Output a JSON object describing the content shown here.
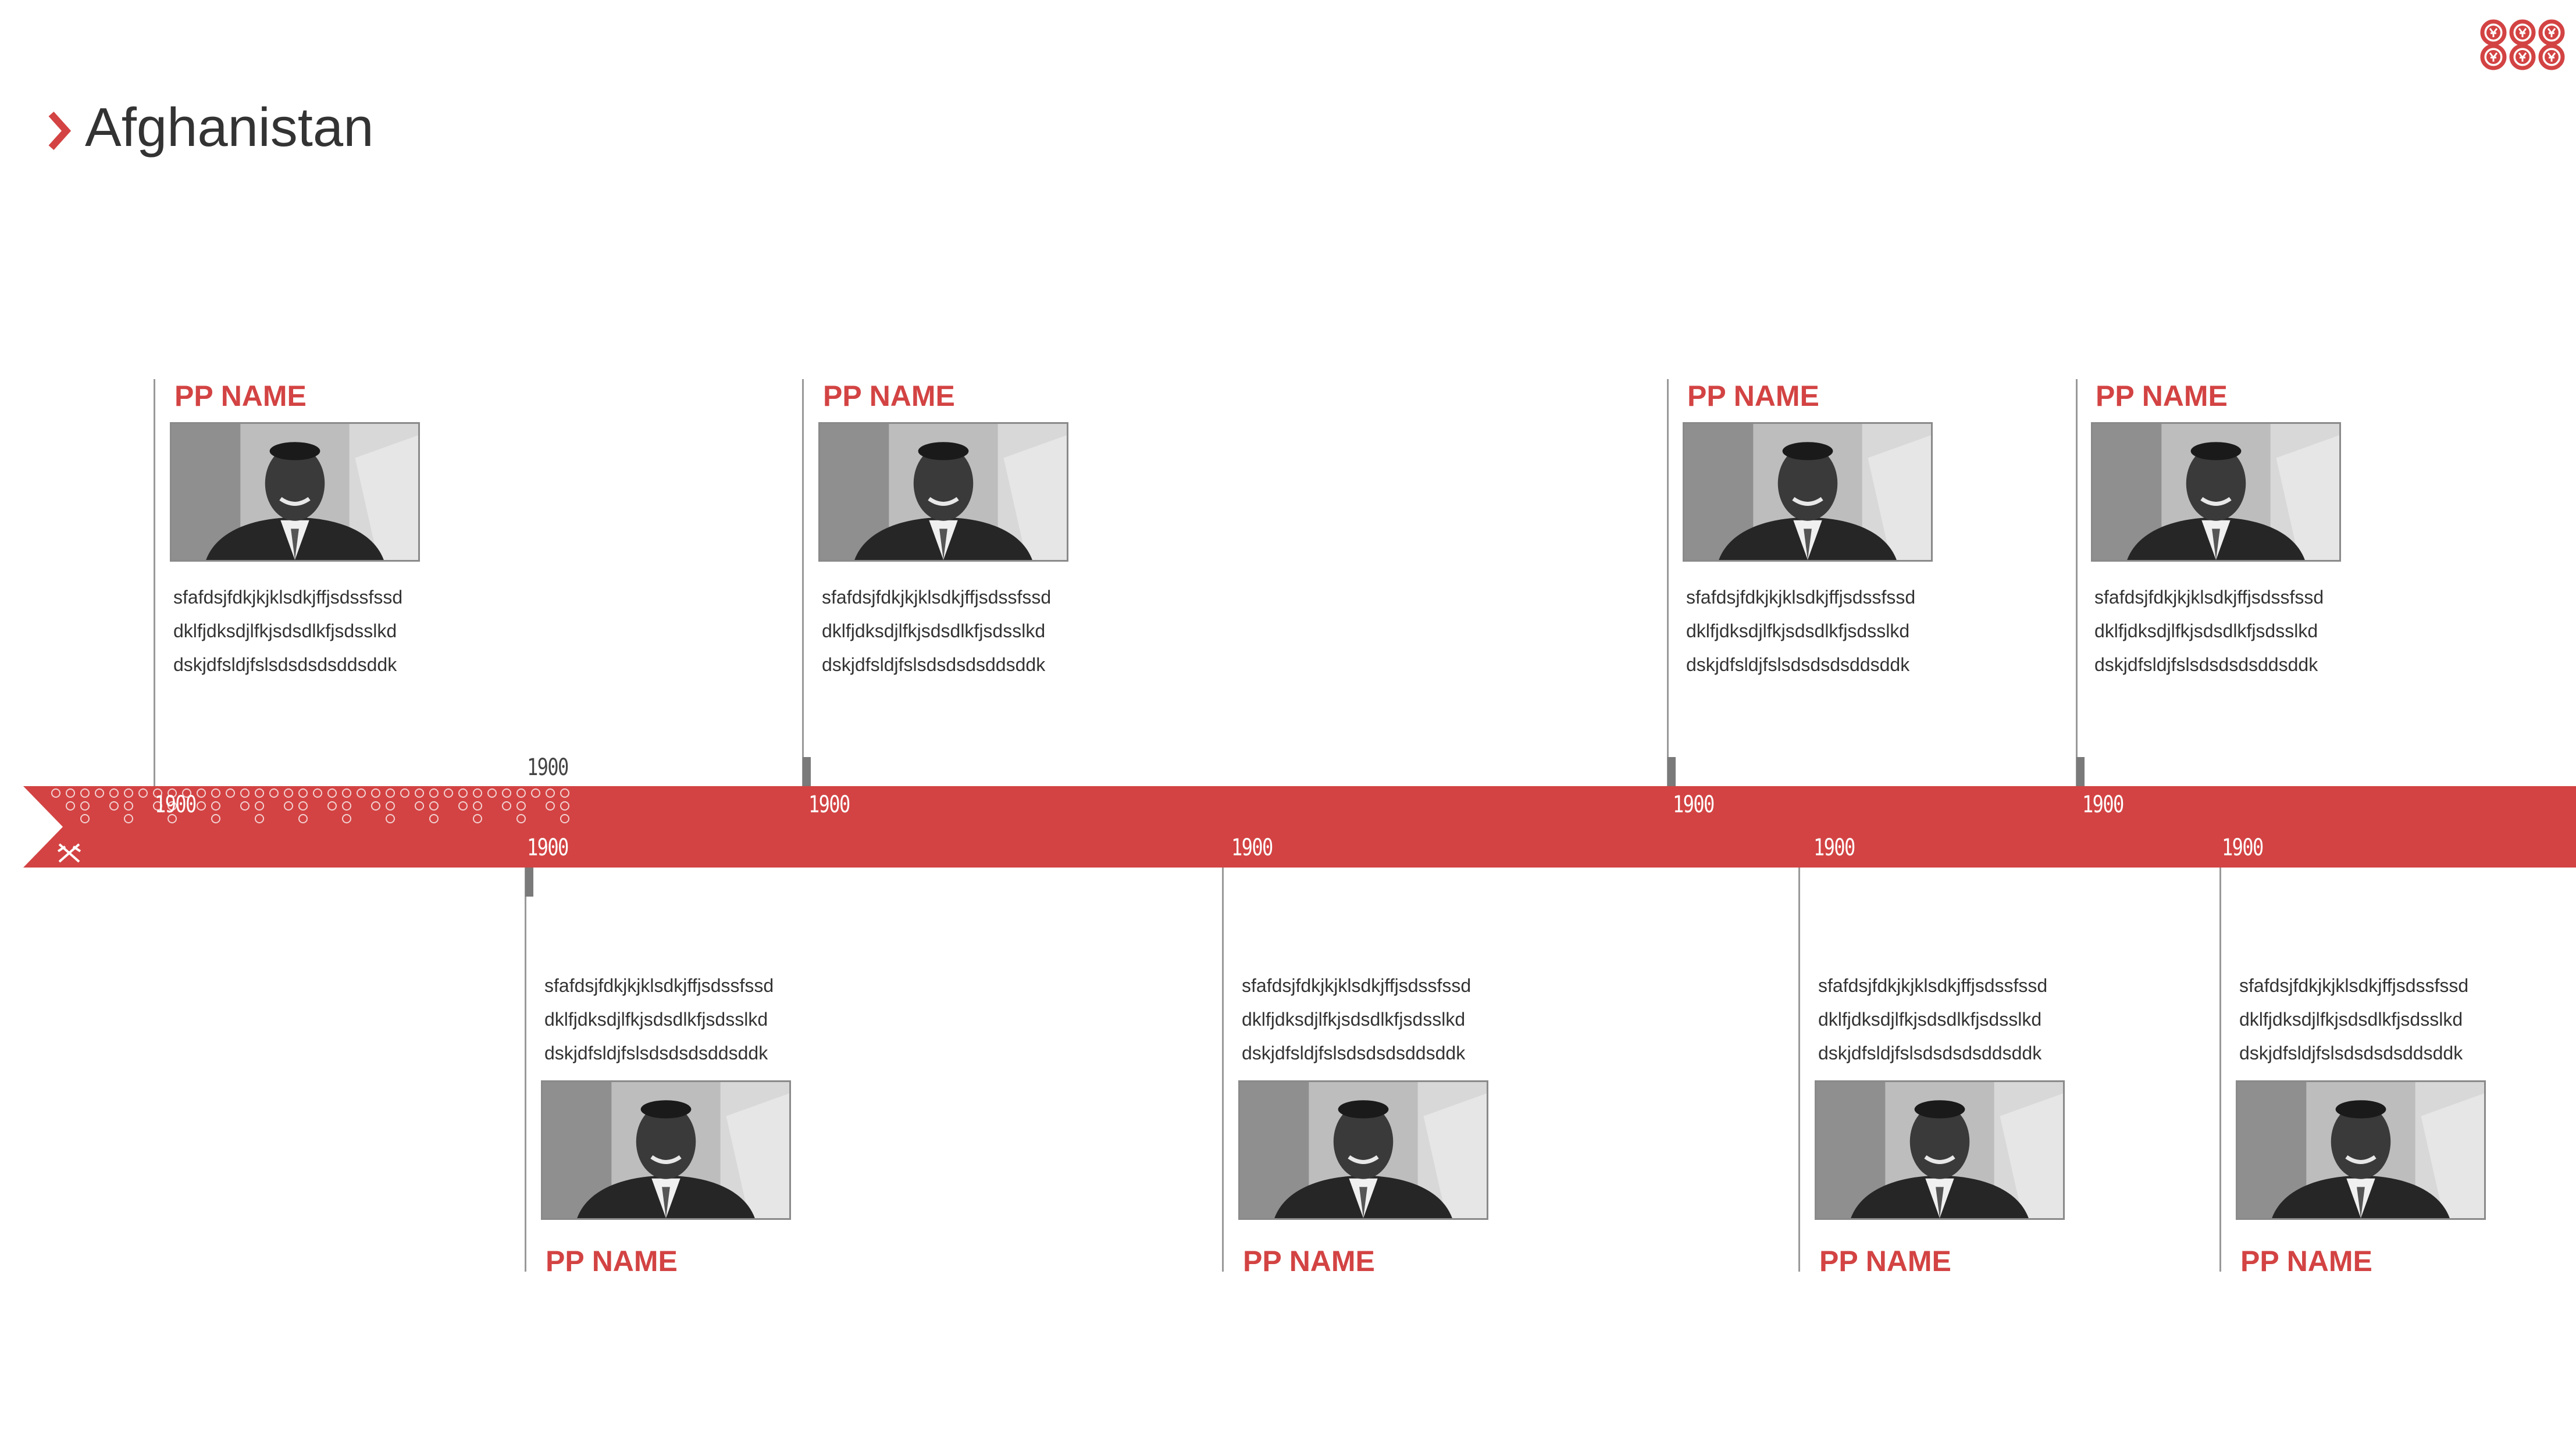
{
  "header": {
    "title": "Afghanistan",
    "icon": "chevron-right-icon"
  },
  "logo": {
    "icon": "yen-coins-logo-icon"
  },
  "colors": {
    "accent": "#d34343",
    "text": "#333333",
    "line": "#999999"
  },
  "timeline": {
    "years_top": [
      "1900",
      "1900",
      "1900",
      "1900",
      "1900"
    ],
    "years_bottom": [
      "1900",
      "1900",
      "1900",
      "1900",
      "1900"
    ],
    "above": [
      {
        "name": "PP NAME",
        "lines": [
          "sfafdsjfdkjkjklsdkjffjsdssfssd",
          "dklfjdksdjlfkjsdsdlkfjsdsslkd",
          "dskjdfsldjfslsdsdsdsddsddk"
        ]
      },
      {
        "name": "PP NAME",
        "lines": [
          "sfafdsjfdkjkjklsdkjffjsdssfssd",
          "dklfjdksdjlfkjsdsdlkfjsdsslkd",
          "dskjdfsldjfslsdsdsdsddsddk"
        ]
      },
      {
        "name": "PP NAME",
        "lines": [
          "sfafdsjfdkjkjklsdkjffjsdssfssd",
          "dklfjdksdjlfkjsdsdlkfjsdsslkd",
          "dskjdfsldjfslsdsdsdsddsddk"
        ]
      },
      {
        "name": "PP NAME",
        "lines": [
          "sfafdsjfdkjkjklsdkjffjsdssfssd",
          "dklfjdksdjlfkjsdsdlkfjsdsslkd",
          "dskjdfsldjfslsdsdsdsddsddk"
        ]
      }
    ],
    "below": [
      {
        "name": "PP NAME",
        "lines": [
          "sfafdsjfdkjkjklsdkjffjsdssfssd",
          "dklfjdksdjlfkjsdsdlkfjsdsslkd",
          "dskjdfsldjfslsdsdsdsddsddk"
        ]
      },
      {
        "name": "PP NAME",
        "lines": [
          "sfafdsjfdkjkjklsdkjffjsdssfssd",
          "dklfjdksdjlfkjsdsdlkfjsdsslkd",
          "dskjdfsldjfslsdsdsdsddsddk"
        ]
      },
      {
        "name": "PP NAME",
        "lines": [
          "sfafdsjfdkjkjklsdkjffjsdssfssd",
          "dklfjdksdjlfkjsdsdlkfjsdsslkd",
          "dskjdfsldjfslsdsdsdsddsddk"
        ]
      },
      {
        "name": "PP NAME",
        "lines": [
          "sfafdsjfdkjkjklsdkjffjsdssfssd",
          "dklfjdksdjlfkjsdsdlkfjsdsslkd",
          "dskjdfsldjfslsdsdsdsddsddk"
        ]
      }
    ]
  }
}
